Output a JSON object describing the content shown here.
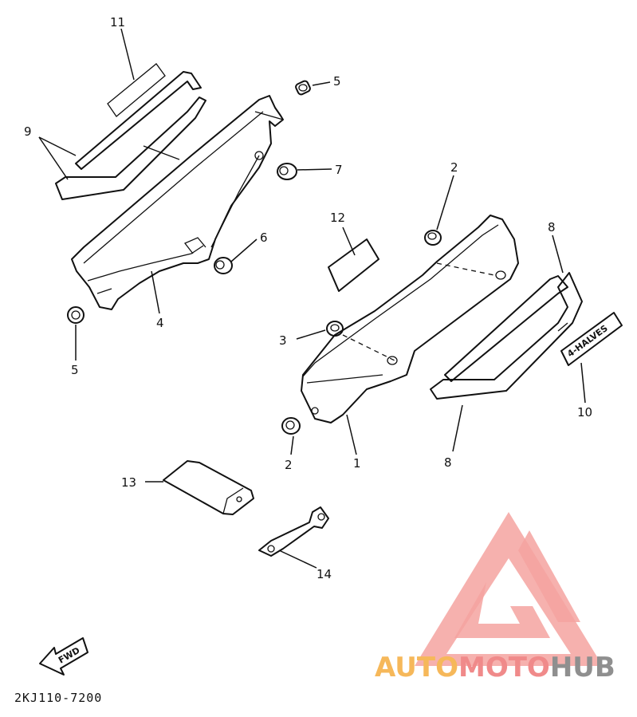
{
  "diagram": {
    "parts": [
      {
        "id": "1",
        "label": "1"
      },
      {
        "id": "2a",
        "label": "2"
      },
      {
        "id": "2b",
        "label": "2"
      },
      {
        "id": "3",
        "label": "3"
      },
      {
        "id": "4",
        "label": "4"
      },
      {
        "id": "5a",
        "label": "5"
      },
      {
        "id": "5b",
        "label": "5"
      },
      {
        "id": "6",
        "label": "6"
      },
      {
        "id": "7",
        "label": "7"
      },
      {
        "id": "8a",
        "label": "8"
      },
      {
        "id": "8b",
        "label": "8"
      },
      {
        "id": "9",
        "label": "9"
      },
      {
        "id": "10",
        "label": "10"
      },
      {
        "id": "11",
        "label": "11"
      },
      {
        "id": "12",
        "label": "12"
      },
      {
        "id": "13",
        "label": "13"
      },
      {
        "id": "14",
        "label": "14"
      }
    ],
    "emblem_text": "4-HALVES",
    "fwd_text": "FWD",
    "diagram_code": "2KJ110-7200"
  },
  "watermark": {
    "part1": "AUTO",
    "part2": "MOTO",
    "part3": "HUB",
    "color_logo": "#f5a3a0",
    "color_auto": "#f6b85a",
    "color_moto": "#f08a8a",
    "color_hub": "#8f8f8f"
  }
}
